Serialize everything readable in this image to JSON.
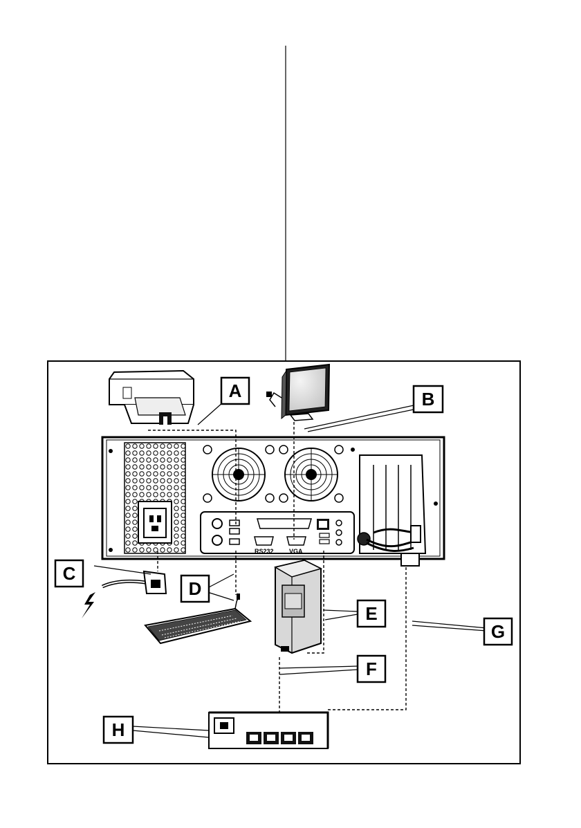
{
  "figure": {
    "callouts": [
      {
        "id": "A",
        "label": "A",
        "target": "printer"
      },
      {
        "id": "B",
        "label": "B",
        "target": "monitor"
      },
      {
        "id": "C",
        "label": "C",
        "target": "power-cord"
      },
      {
        "id": "D",
        "label": "D",
        "target": "keyboard"
      },
      {
        "id": "E",
        "label": "E",
        "target": "external-module"
      },
      {
        "id": "F",
        "label": "F",
        "target": "network-cable"
      },
      {
        "id": "G",
        "label": "G",
        "target": "riser-cable"
      },
      {
        "id": "H",
        "label": "H",
        "target": "network-switch"
      }
    ],
    "port_labels": {
      "serial": "RS232",
      "video": "VGA"
    },
    "icons": [
      "printer-icon",
      "monitor-icon",
      "computer-rear-panel",
      "power-cord-icon",
      "keyboard-icon",
      "external-module-icon",
      "network-switch-icon",
      "fan-icon",
      "lightning-icon"
    ]
  }
}
